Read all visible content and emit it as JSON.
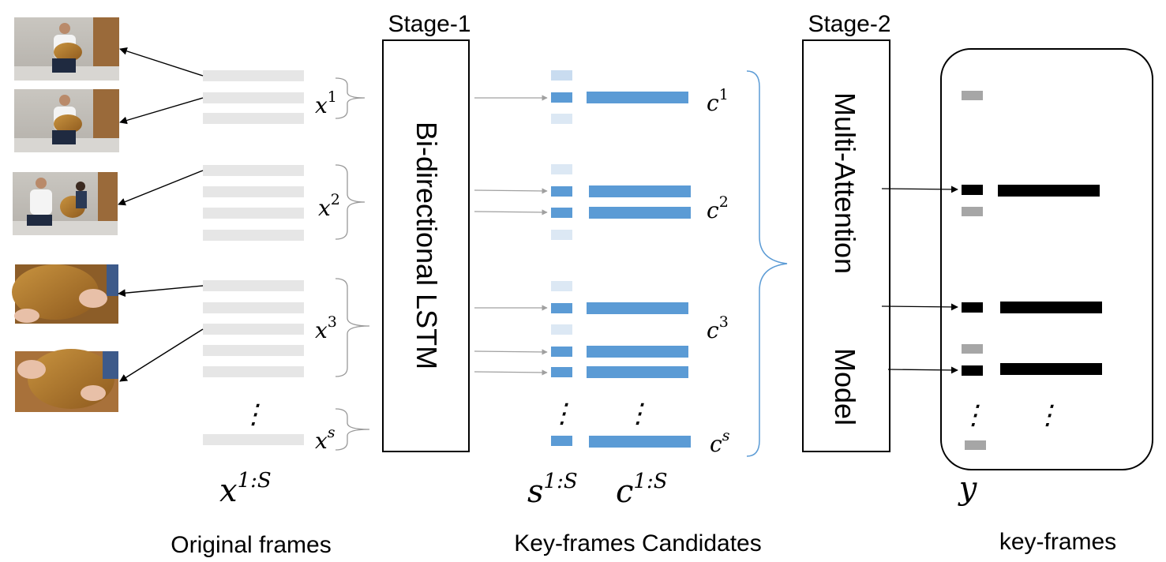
{
  "stage1": {
    "title": "Stage-1",
    "box_label": "Bi-directional LSTM"
  },
  "stage2": {
    "title": "Stage-2",
    "box_label_line1": "Multi-Attention",
    "box_label_line2": "Model"
  },
  "original_frames": {
    "thumbnails": [
      "vet-with-dog-1",
      "vet-with-dog-2",
      "vet-with-dog-and-girl",
      "dog-closeup-1",
      "dog-closeup-2"
    ],
    "groups": [
      {
        "base": "x",
        "sup": "1"
      },
      {
        "base": "x",
        "sup": "2"
      },
      {
        "base": "x",
        "sup": "3"
      },
      {
        "base": "x",
        "sup": "s"
      }
    ],
    "symbol": {
      "base": "x",
      "sup": "1:S"
    },
    "caption": "Original frames"
  },
  "candidates": {
    "labels": [
      {
        "base": "c",
        "sup": "1"
      },
      {
        "base": "c",
        "sup": "2"
      },
      {
        "base": "c",
        "sup": "3"
      },
      {
        "base": "c",
        "sup": "s"
      }
    ],
    "s_symbol": {
      "base": "s",
      "sup": "1:S"
    },
    "c_symbol": {
      "base": "c",
      "sup": "1:S"
    },
    "caption": "Key-frames Candidates"
  },
  "keyframes": {
    "symbol": "y",
    "caption": "key-frames"
  },
  "ellipsis": "⋮",
  "colors": {
    "frame_bar": "#e6e6e6",
    "candidate_blue": "#5b9bd5",
    "candidate_pale": "#dce8f4",
    "keyframe_black": "#000000",
    "keyframe_gray": "#a6a6a6",
    "arrow_gray": "#a0a0a0",
    "brace_blue": "#5b9bd5"
  }
}
